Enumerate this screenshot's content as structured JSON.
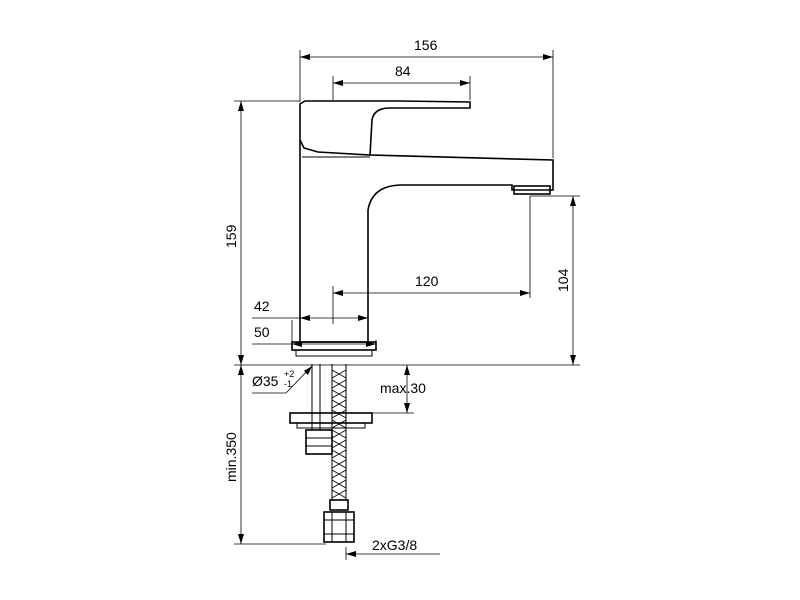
{
  "dimensions": {
    "overall_width": "156",
    "lever_length": "84",
    "total_height": "159",
    "spout_clearance_height": "104",
    "spout_reach": "120",
    "body_width": "42",
    "base_width": "50",
    "hole_diameter": "Ø35",
    "hole_tol_plus": "+2",
    "hole_tol_minus": "-1",
    "max_thickness": "max.30",
    "hose_min_length": "min.350",
    "connection": "2xG3/8"
  }
}
